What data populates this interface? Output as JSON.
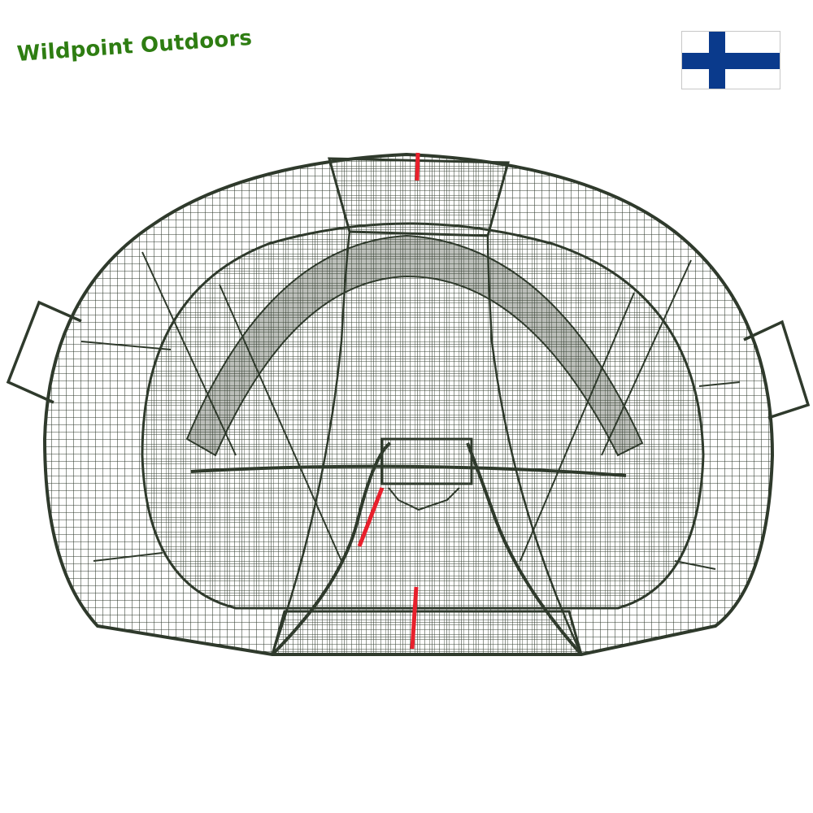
{
  "brand": {
    "text": "Wildpoint Outdoors",
    "color": "#2e7d12"
  },
  "flag": {
    "country": "Finland",
    "cross_color": "#0a3a8c",
    "field_color": "#ffffff"
  },
  "product": {
    "name": "fish-trap",
    "mesh_color": "#2f3a2c",
    "accent_color": "#e8202c"
  }
}
